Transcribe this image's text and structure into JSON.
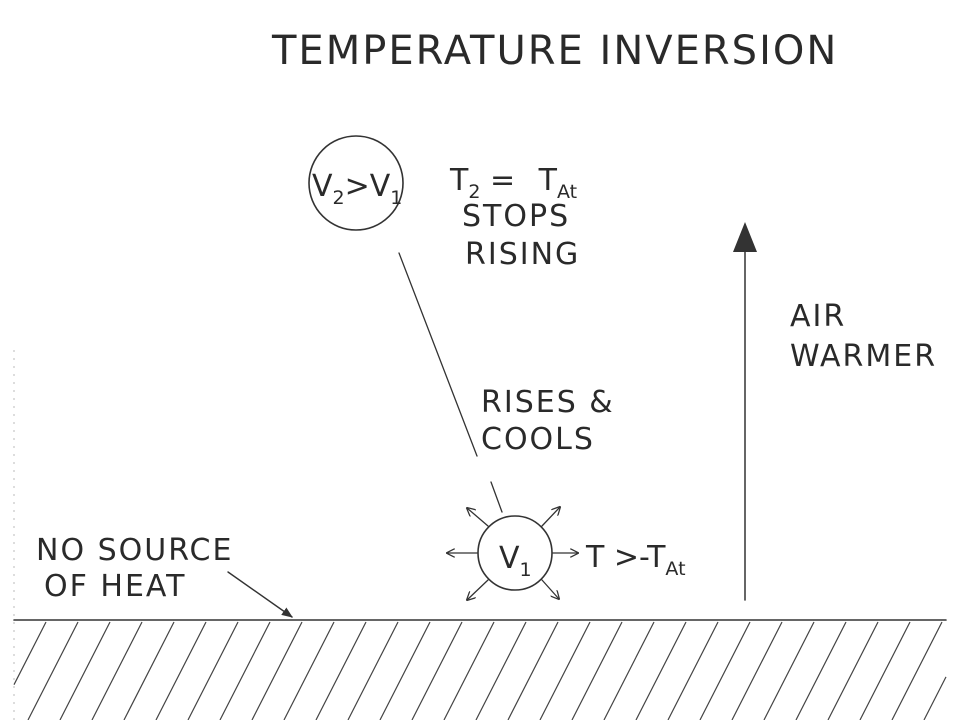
{
  "title": "TEMPERATURE INVERSION",
  "parcel_top": {
    "circle_label_v2": "V",
    "circle_label_v2_sub": "2",
    "circle_label_gt": ">",
    "circle_label_v1": "V",
    "circle_label_v1_sub": "1",
    "eq_t": "T",
    "eq_t_sub": "2",
    "eq_sign": " = ",
    "eq_tat": "T",
    "eq_tat_sub": "At",
    "line_stops": "STOPS",
    "line_rising": "RISING"
  },
  "rises_cools": {
    "line1": "RISES &",
    "line2": "COOLS"
  },
  "parcel_bottom": {
    "circle_label_v": "V",
    "circle_label_sub": "1",
    "temp_t": "T",
    "temp_gt": " >-",
    "temp_tat": "T",
    "temp_tat_sub": "At"
  },
  "air_warmer": {
    "line1": "AIR",
    "line2": "WARMER"
  },
  "no_source": {
    "line1": "NO SOURCE",
    "line2": "OF HEAT"
  },
  "colors": {
    "ink": "#333333",
    "background": "#ffffff"
  }
}
